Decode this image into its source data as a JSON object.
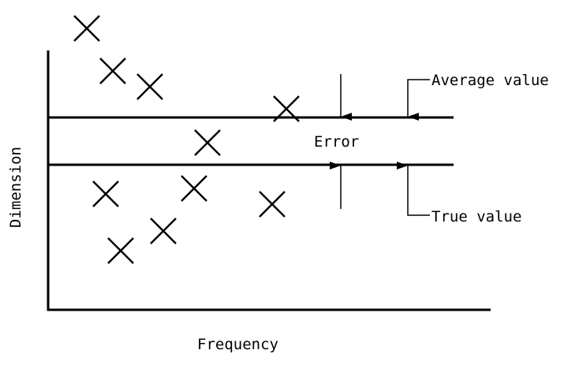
{
  "labels": {
    "y_axis": "Dimension",
    "x_axis": "Frequency",
    "error": "Error",
    "average_value": "Average value",
    "true_value": "True value"
  },
  "colors": {
    "ink": "#000000",
    "background": "#ffffff"
  }
}
